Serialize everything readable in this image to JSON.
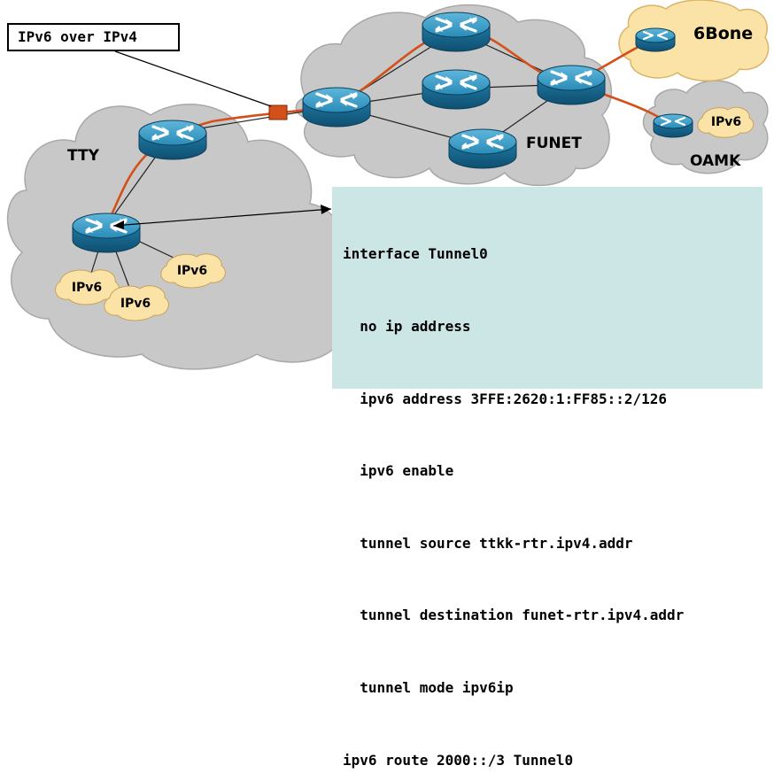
{
  "callout_label": "IPv6 over IPv4",
  "clouds": {
    "tty": "TTY",
    "funet": "FUNET",
    "oamk": "OAMK",
    "sixbone": "6Bone"
  },
  "ipv6_bubbles": [
    "IPv6",
    "IPv6",
    "IPv6",
    "IPv6"
  ],
  "config_lines": [
    "interface Tunnel0",
    "  no ip address",
    "  ipv6 address 3FFE:2620:1:FF85::2/126",
    "  ipv6 enable",
    "  tunnel source ttkk-rtr.ipv4.addr",
    "  tunnel destination funet-rtr.ipv4.addr",
    "  tunnel mode ipv6ip",
    "ipv6 route 2000::/3 Tunnel0"
  ],
  "colors": {
    "cloud_gray": "#c8c8c8",
    "cloud_tan": "#fbe2a6",
    "router_blue": "#2a8cb8",
    "tunnel_orange": "#d4501a",
    "config_bg": "#cce5e5"
  },
  "icons": {
    "router": "router-icon",
    "tunnel_endpoint": "tunnel-endpoint-icon"
  }
}
